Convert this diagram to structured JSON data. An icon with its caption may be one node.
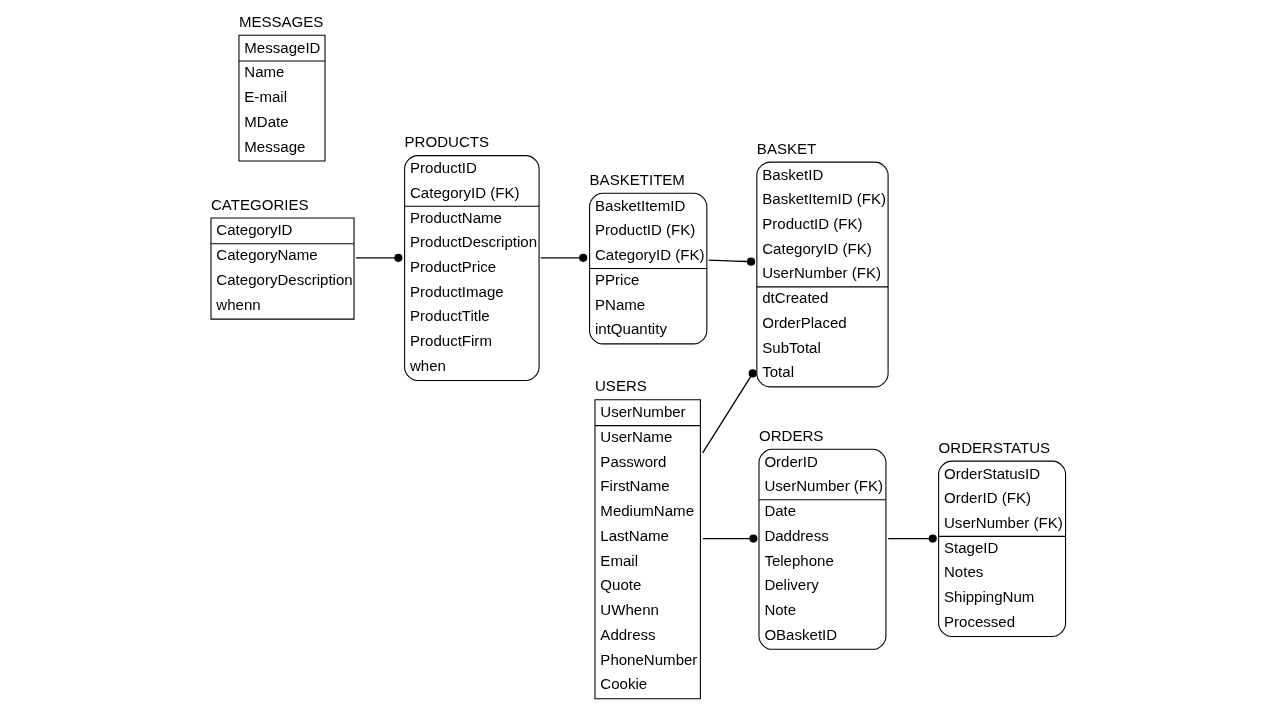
{
  "diagram": {
    "nodes": [
      {
        "text": [
          "CATEGORIES",
          "CategoryID",
          "CategoryName",
          "CategoryDescription",
          "whenn"
        ]
      },
      {
        "text": [
          "PRODUCTS",
          "ProductID",
          "CategoryID (FK)",
          "ProductName",
          "ProductDescription",
          "ProductPrice",
          "ProductImage",
          "ProductTitle",
          "ProductFirm",
          "when"
        ]
      },
      {
        "text": [
          "BASKETITEM",
          "BasketItemID",
          "ProductID (FK)",
          "CategoryID (FK)",
          "PPrice",
          "PName",
          "intQuantity"
        ]
      },
      {
        "text": [
          "BASKET",
          "BasketID",
          "BasketItemID (FK)",
          "ProductID (FK)",
          "CategoryID (FK)",
          "UserNumber (FK)",
          "dtCreated",
          "OrderPlaced",
          "SubTotal",
          "Total"
        ]
      },
      {
        "text": [
          "MESSAGES",
          "MessageID",
          "Name",
          "E-mail",
          "MDate",
          "Message"
        ]
      },
      {
        "text": [
          "USERS",
          "UserNumber",
          "UserName",
          "Password",
          "FirstName",
          "MediumName",
          "LastName",
          "Email",
          "Quote",
          "UWhenn",
          "Address",
          "PhoneNumber",
          "Cookie"
        ]
      },
      {
        "text": [
          "ORDERS",
          "OrderID",
          "UserNumber (FK)",
          "Date",
          "Daddress",
          "Telephone",
          "Delivery",
          "Note",
          "OBasketID"
        ]
      },
      {
        "text": [
          "ORDERSTATUS",
          "OrderStatusID",
          "OrderID (FK)",
          "UserNumber (FK)",
          "StageID",
          "Notes",
          "ShippingNum",
          "Processed"
        ]
      }
    ],
    "edges": [
      {
        "from": 0,
        "to": 1,
        "arrow": "other"
      },
      {
        "from": 1,
        "to": 2,
        "arrow": "other"
      },
      {
        "from": 2,
        "to": 3,
        "arrow": "other"
      },
      {
        "from": 5,
        "to": 3,
        "arrow": "other"
      },
      {
        "from": 5,
        "to": 6,
        "arrow": "other"
      },
      {
        "from": 6,
        "to": 7,
        "arrow": "other"
      }
    ]
  }
}
